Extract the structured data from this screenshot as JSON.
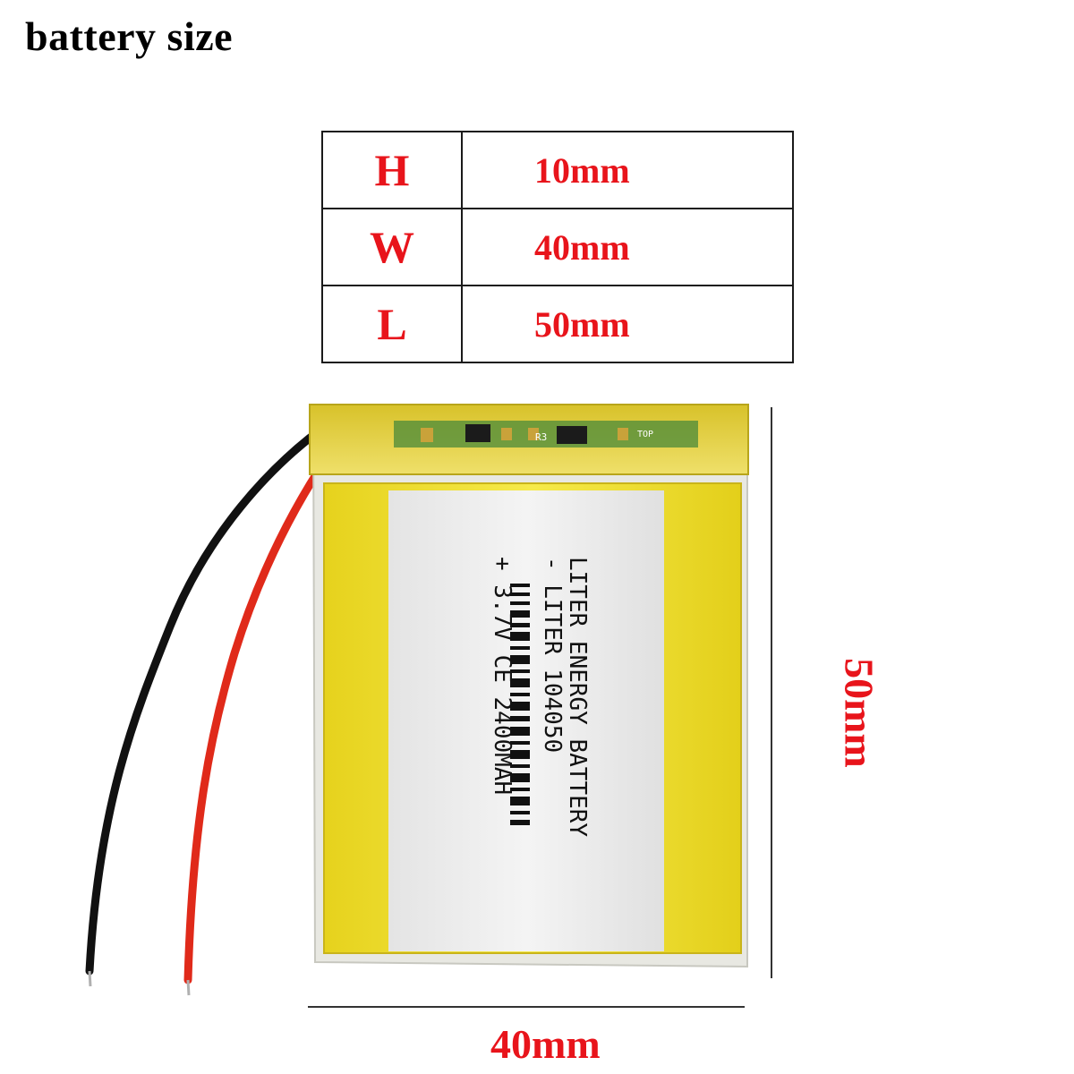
{
  "title": "battery size",
  "table": {
    "rows": [
      {
        "key": "H",
        "value": "10mm"
      },
      {
        "key": "W",
        "value": "40mm"
      },
      {
        "key": "L",
        "value": "50mm"
      }
    ]
  },
  "label": {
    "line1": "LITER ENERGY BATTERY",
    "line2": "- LITER 104050",
    "line4": "+ 3.7V CE 2400MAH"
  },
  "pcb_marks": {
    "r1": "R3",
    "r2": "TOP"
  },
  "dimensions": {
    "width": "40mm",
    "height": "50mm"
  },
  "colors": {
    "accent": "#e8141b",
    "battery_yellow": "#f2e23a",
    "label_white": "#eeeeee",
    "wire_red": "#e02a1a",
    "wire_black": "#111111"
  }
}
